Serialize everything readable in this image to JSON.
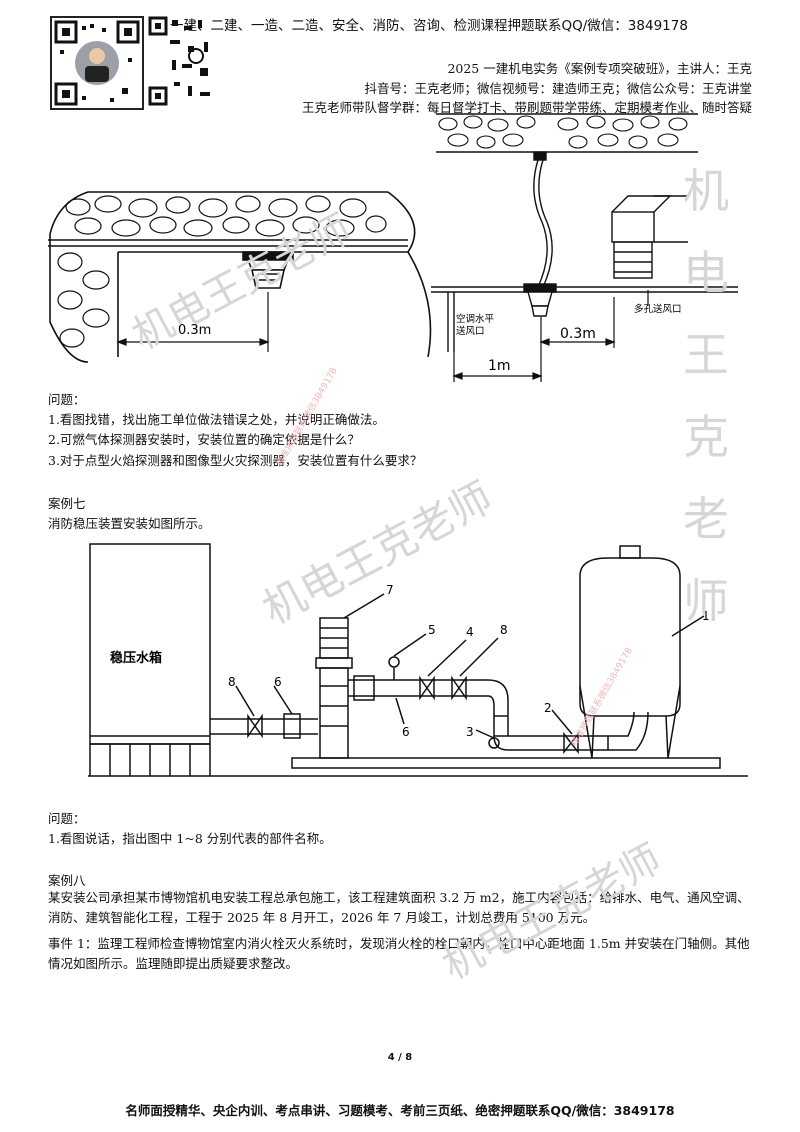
{
  "header": {
    "banner": "一建、二建、一造、二造、安全、消防、咨询、检测课程押题联系QQ/微信：3849178",
    "course_line": "2025 一建机电实务《案例专项突破班》，主讲人：王克",
    "social_line": "抖音号：王克老师；微信视频号：建造师王克；微信公众号：王克讲堂",
    "group_line": "王克老师带队督学群：每日督学打卡、带刷题带学带练、定期模考作业、随时答疑"
  },
  "figure_top": {
    "left_dim": "0.3m",
    "right_label_left": "空调水平\n送风口",
    "right_label_right": "多孔送风口",
    "right_dim_small": "0.3m",
    "right_dim_large": "1m"
  },
  "questions_6": {
    "heading": "问题：",
    "items": [
      "1.看图找错，找出施工单位做法错误之处，并说明正确做法。",
      "2.可燃气体探测器安装时，安装位置的确定依据是什么？",
      "3.对于点型火焰探测器和图像型火灾探测器，安装位置有什么要求？"
    ]
  },
  "case7": {
    "title": "案例七",
    "intro": "消防稳压装置安装如图所示。",
    "tank_label": "稳压水箱",
    "part_numbers": [
      "1",
      "2",
      "3",
      "4",
      "5",
      "6",
      "7",
      "8"
    ],
    "questions_heading": "问题：",
    "questions": [
      "1.看图说话，指出图中 1~8 分别代表的部件名称。"
    ]
  },
  "case8": {
    "title": "案例八",
    "para1": "某安装公司承担某市博物馆机电安装工程总承包施工，该工程建筑面积 3.2 万 m2，施工内容包括：给排水、电气、通风空调、消防、建筑智能化工程，工程于 2025 年 8 月开工，2026 年 7 月竣工，计划总费用 5100 万元。",
    "para2": "事件 1：监理工程师检查博物馆室内消火栓灭火系统时，发现消火栓的栓口朝内；栓口中心距地面 1.5m 并安装在门轴侧。其他情况如图所示。监理随即提出质疑要求整改。"
  },
  "watermarks": {
    "main": "机电王克老师",
    "vertical": [
      "机",
      "电",
      "王",
      "克",
      "老",
      "师"
    ],
    "small": "精准押题联系微信3849178"
  },
  "page": "4 / 8",
  "footer": "名师面授精华、央企内训、考点串讲、习题模考、考前三页纸、绝密押题联系QQ/微信：3849178",
  "colors": {
    "text": "#111111",
    "watermark": "#d6d6d6",
    "watermark_red": "#f0b8b8"
  }
}
